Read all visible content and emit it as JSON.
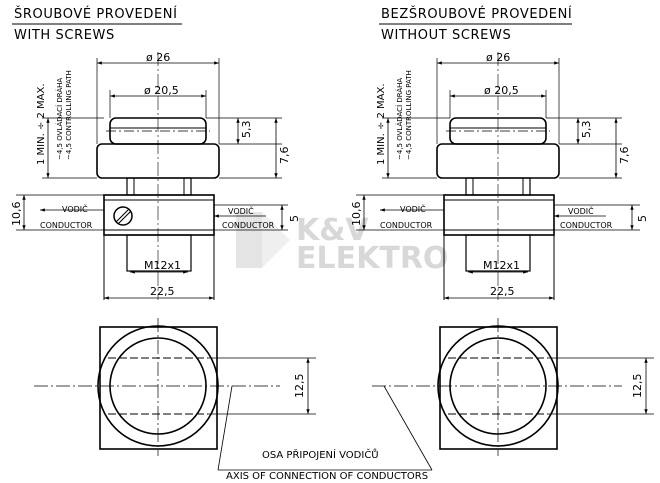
{
  "left": {
    "title_cz": "ŠROUBOVÉ PROVEDENÍ",
    "title_en": "WITH SCREWS"
  },
  "right": {
    "title_cz": "BEZŠROUBOVÉ PROVEDENÍ",
    "title_en": "WITHOUT SCREWS"
  },
  "dims": {
    "d26": "ø 26",
    "d205": "ø 20,5",
    "h53": "5,3",
    "h76": "7,6",
    "h106": "10,6",
    "h5": "5",
    "m12": "M12x1",
    "w225": "22,5",
    "d125": "12,5"
  },
  "notes": {
    "stroke_range": "1 MIN. ÷ 2 MAX.",
    "path_cz": "~4,5 OVLÁDACÍ DRÁHA",
    "path_en": "~4,5 CONTROLLING PATH",
    "conductor_cz": "VODIČ",
    "conductor_en": "CONDUCTOR",
    "axis_cz": "OSA PŘIPOJENÍ VODIČŮ",
    "axis_en": "AXIS OF CONNECTION OF CONDUCTORS"
  },
  "watermark": {
    "line1": "K&V",
    "line2": "ELEKTRO"
  },
  "colors": {
    "line": "#000000",
    "watermark": "#d8d8d8"
  }
}
